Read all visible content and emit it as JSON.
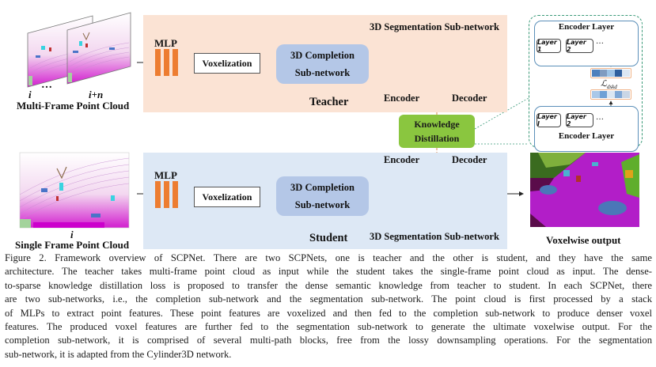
{
  "figure": {
    "inputs": {
      "multi_frame": {
        "caption": "Multi-Frame Point Cloud",
        "frame_start_label": "i",
        "frame_end_label": "i+n",
        "ellipsis": "…"
      },
      "single_frame": {
        "caption": "Single Frame Point Cloud",
        "frame_label": "i"
      }
    },
    "teacher": {
      "title": "Teacher",
      "mlp_label": "MLP",
      "voxelization_label": "Voxelization",
      "completion_line1": "3D Completion",
      "completion_line2": "Sub-network",
      "segmentation_title": "3D Segmentation Sub-network",
      "encoder_label": "Encoder",
      "decoder_label": "Decoder"
    },
    "student": {
      "title": "Student",
      "mlp_label": "MLP",
      "voxelization_label": "Voxelization",
      "completion_line1": "3D Completion",
      "completion_line2": "Sub-network",
      "segmentation_title": "3D Segmentation Sub-network",
      "encoder_label": "Encoder",
      "decoder_label": "Decoder"
    },
    "knowledge_distillation": {
      "line1": "Knowledge",
      "line2": "Distillation"
    },
    "detail": {
      "top_encoder_title": "Encoder Layer",
      "bottom_encoder_title": "Encoder Layer",
      "top_layers": [
        "Layer 1",
        "Layer 2"
      ],
      "bottom_layers": [
        "Layer I",
        "Layer 2"
      ],
      "ellipsis": "…",
      "loss_symbol": "ℒ",
      "loss_subscript": "dskd",
      "top_strip_colors": [
        "#4f81bd",
        "#7f9bc0",
        "#9dc3e6",
        "#2e5f9e",
        "#dbe7f3"
      ],
      "bottom_strip_colors": [
        "#a9c8e8",
        "#6fa1d6",
        "#dbe7f3",
        "#7fa8d6",
        "#c9d6e6"
      ]
    },
    "output": {
      "caption": "Voxelwise output"
    },
    "colors": {
      "teacher_bg": "#fbe3d4",
      "student_bg": "#dde8f5",
      "mlp_orange": "#ed7d31",
      "completion_blue": "#b4c7e7",
      "encoder_bar_blue": "#5b9bd5",
      "decoder_bar_yellow": "#ffc000",
      "seg_gray": "#a5b1c2",
      "kd_green": "#8ac63f",
      "dashed_teal": "#3a9a78"
    }
  },
  "caption": {
    "lines": [
      "Figure 2.  Framework overview of SCPNet.  There are two SCPNets, one is teacher and the other is student, and they have the same",
      "architecture. The teacher takes multi-frame point cloud as input while the student takes the single-frame point cloud as input. The dense-",
      "to-sparse knowledge distillation loss is proposed to transfer the dense semantic knowledge from teacher to student. In each SCPNet, there",
      "are two sub-networks, i.e., the completion sub-network and the segmentation sub-network.  The point cloud is first processed by a stack",
      "of MLPs to extract point features. These point features are voxelized and then fed to the completion sub-network to produce denser voxel",
      "features.  The produced voxel features are further fed to the segmentation sub-network to generate the ultimate voxelwise output.  For the",
      "completion sub-network, it is comprised of several multi-path blocks, free from the lossy downsampling operations. For the segmentation",
      "sub-network, it is adapted from the Cylinder3D network."
    ]
  }
}
